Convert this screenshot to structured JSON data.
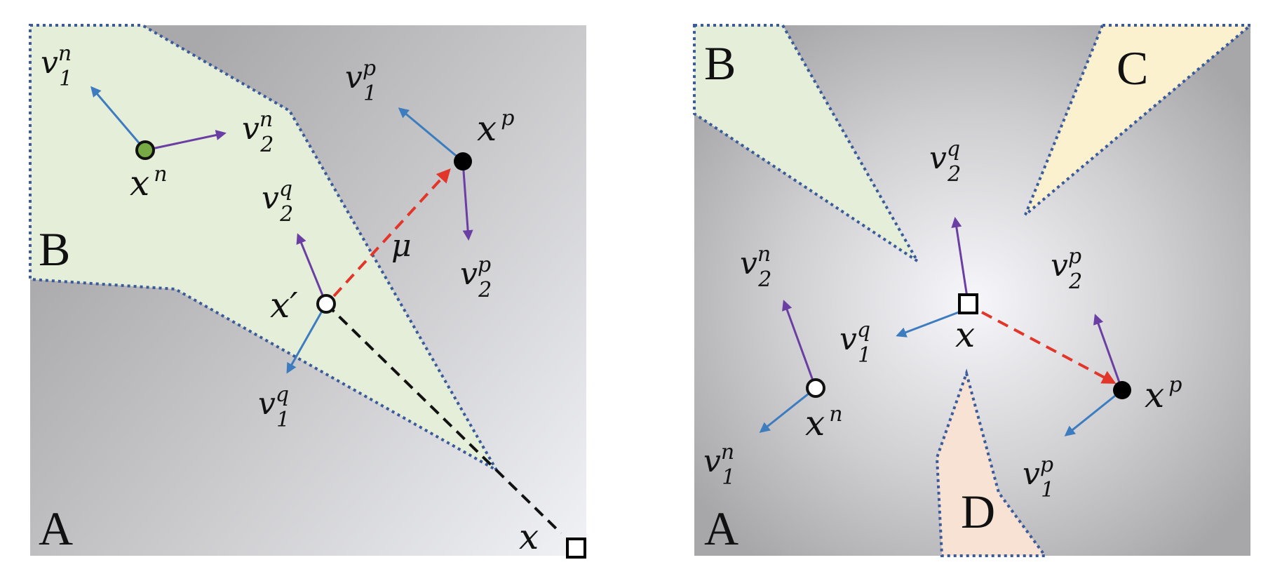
{
  "colors": {
    "region_b": "#e4eed8",
    "region_c": "#fcf1cf",
    "region_d": "#f7e2d3",
    "boundary": "#3a5a9a",
    "arrow_blue": "#3c7cbf",
    "arrow_purple": "#6a3ea2",
    "arrow_red": "#e2362a",
    "point_green": "#77aa44",
    "black": "#000000"
  },
  "left_panel": {
    "regions": {
      "a": "A",
      "b": "B"
    },
    "points": {
      "xn": {
        "base": "x",
        "sup": "n"
      },
      "xp": {
        "base": "x",
        "sup": "p"
      },
      "xprime": {
        "base": "x′"
      },
      "x": {
        "base": "x"
      }
    },
    "vectors": {
      "v1n": {
        "base": "v",
        "sub": "1",
        "sup": "n"
      },
      "v2n": {
        "base": "v",
        "sub": "2",
        "sup": "n"
      },
      "v1p": {
        "base": "v",
        "sub": "1",
        "sup": "p"
      },
      "v2p": {
        "base": "v",
        "sub": "2",
        "sup": "p"
      },
      "v1q": {
        "base": "v",
        "sub": "1",
        "sup": "q"
      },
      "v2q": {
        "base": "v",
        "sub": "2",
        "sup": "q"
      }
    },
    "mu": "μ"
  },
  "right_panel": {
    "regions": {
      "a": "A",
      "b": "B",
      "c": "C",
      "d": "D"
    },
    "points": {
      "x": {
        "base": "x"
      },
      "xn": {
        "base": "x",
        "sup": "n"
      },
      "xp": {
        "base": "x",
        "sup": "p"
      }
    },
    "vectors": {
      "v1q": {
        "base": "v",
        "sub": "1",
        "sup": "q"
      },
      "v2q": {
        "base": "v",
        "sub": "2",
        "sup": "q"
      },
      "v1n": {
        "base": "v",
        "sub": "1",
        "sup": "n"
      },
      "v2n": {
        "base": "v",
        "sub": "2",
        "sup": "n"
      },
      "v1p": {
        "base": "v",
        "sub": "1",
        "sup": "p"
      },
      "v2p": {
        "base": "v",
        "sub": "2",
        "sup": "p"
      }
    }
  }
}
